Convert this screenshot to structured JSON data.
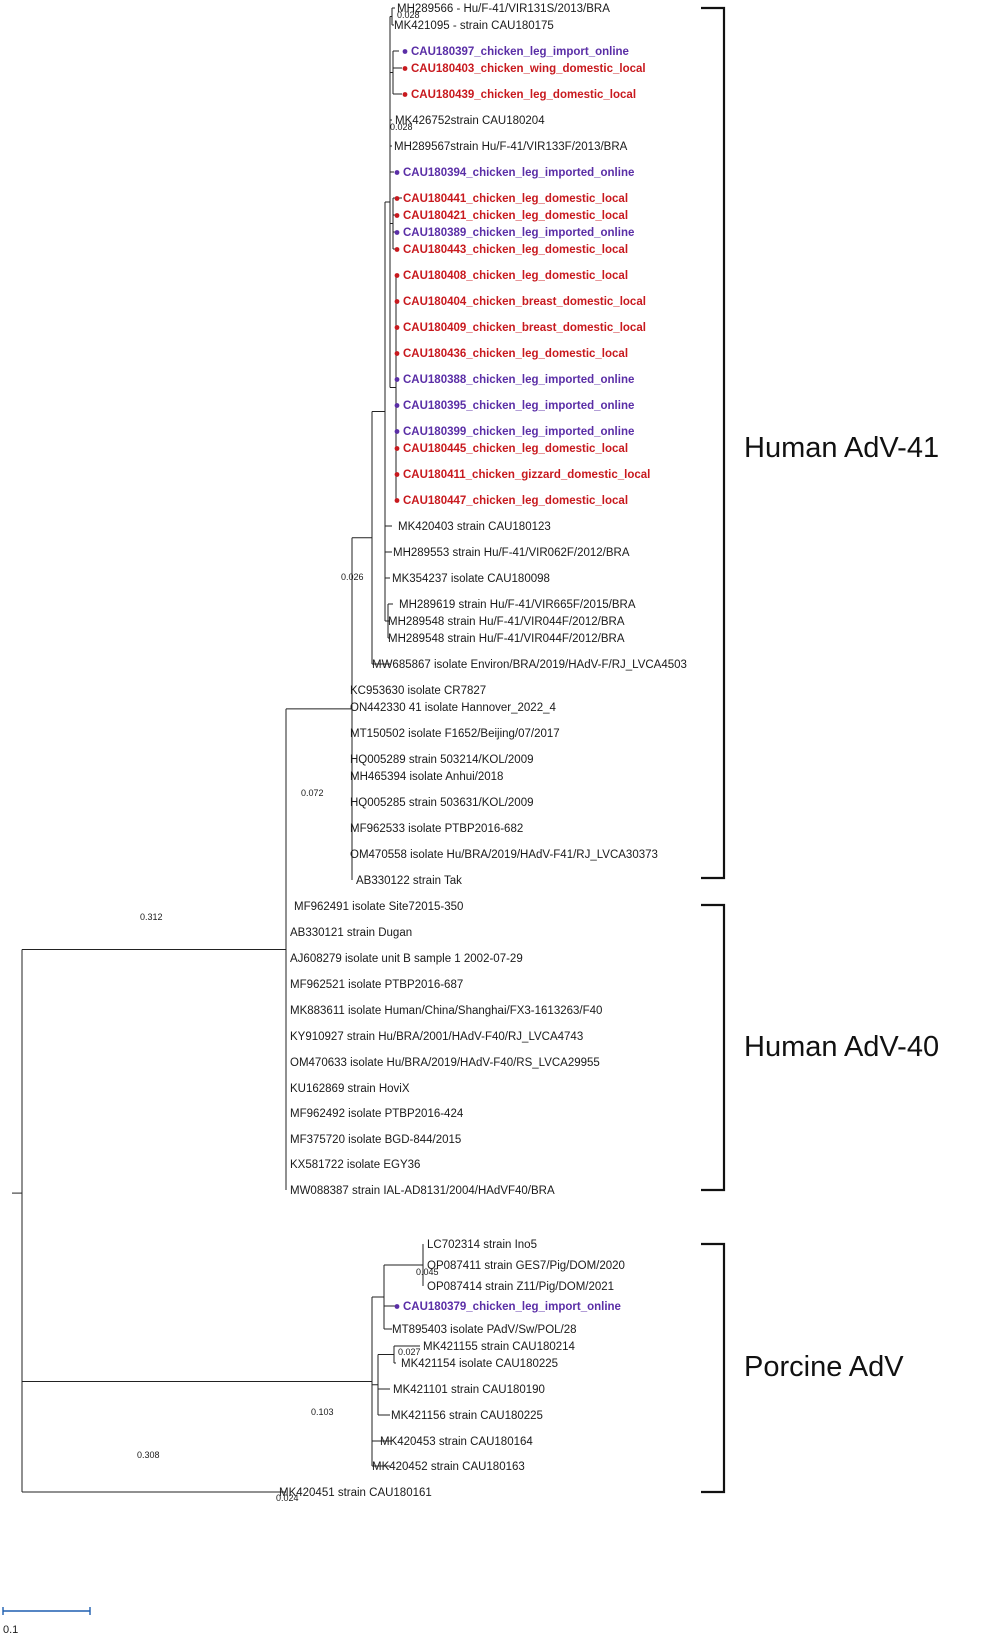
{
  "leaves": [
    {
      "text": "MH289566 - Hu/F-41/VIR131S/2013/BRA",
      "color": ""
    },
    {
      "text": "MK421095 - strain CAU180175",
      "color": ""
    },
    {
      "text": "CAU180397_chicken_leg_import_online",
      "color": "purple"
    },
    {
      "text": "CAU180403_chicken_wing_domestic_local",
      "color": "red"
    },
    {
      "text": "CAU180439_chicken_leg_domestic_local",
      "color": "red"
    },
    {
      "text": "MK426752strain CAU180204",
      "color": ""
    },
    {
      "text": "MH289567strain Hu/F-41/VIR133F/2013/BRA",
      "color": ""
    },
    {
      "text": "CAU180394_chicken_leg_imported_online",
      "color": "purple"
    },
    {
      "text": "CAU180441_chicken_leg_domestic_local",
      "color": "red"
    },
    {
      "text": "CAU180421_chicken_leg_domestic_local",
      "color": "red"
    },
    {
      "text": "CAU180389_chicken_leg_imported_online",
      "color": "purple"
    },
    {
      "text": "CAU180443_chicken_leg_domestic_local",
      "color": "red"
    },
    {
      "text": "CAU180408_chicken_leg_domestic_local",
      "color": "red"
    },
    {
      "text": "CAU180404_chicken_breast_domestic_local",
      "color": "red"
    },
    {
      "text": "CAU180409_chicken_breast_domestic_local",
      "color": "red"
    },
    {
      "text": "CAU180436_chicken_leg_domestic_local",
      "color": "red"
    },
    {
      "text": "CAU180388_chicken_leg_imported_online",
      "color": "purple"
    },
    {
      "text": "CAU180395_chicken_leg_imported_online",
      "color": "purple"
    },
    {
      "text": "CAU180399_chicken_leg_imported_online",
      "color": "purple"
    },
    {
      "text": "CAU180445_chicken_leg_domestic_local",
      "color": "red"
    },
    {
      "text": "CAU180411_chicken_gizzard_domestic_local",
      "color": "red"
    },
    {
      "text": "CAU180447_chicken_leg_domestic_local",
      "color": "red"
    },
    {
      "text": "MK420403 strain CAU180123",
      "color": ""
    },
    {
      "text": "MH289553 strain Hu/F-41/VIR062F/2012/BRA",
      "color": ""
    },
    {
      "text": "MK354237 isolate CAU180098",
      "color": ""
    },
    {
      "text": "MH289619 strain Hu/F-41/VIR665F/2015/BRA",
      "color": ""
    },
    {
      "text": "MH289548 strain Hu/F-41/VIR044F/2012/BRA",
      "color": ""
    },
    {
      "text": "MH289548 strain Hu/F-41/VIR044F/2012/BRA",
      "color": ""
    },
    {
      "text": "MW685867 isolate Environ/BRA/2019/HAdV-F/RJ_LVCA4503",
      "color": ""
    },
    {
      "text": "KC953630 isolate CR7827",
      "color": ""
    },
    {
      "text": "ON442330 41 isolate Hannover_2022_4",
      "color": ""
    },
    {
      "text": "MT150502 isolate F1652/Beijing/07/2017",
      "color": ""
    },
    {
      "text": "HQ005289 strain 503214/KOL/2009",
      "color": ""
    },
    {
      "text": "MH465394 isolate Anhui/2018",
      "color": ""
    },
    {
      "text": "HQ005285 strain 503631/KOL/2009",
      "color": ""
    },
    {
      "text": "MF962533 isolate PTBP2016-682",
      "color": ""
    },
    {
      "text": "OM470558 isolate Hu/BRA/2019/HAdV-F41/RJ_LVCA30373",
      "color": ""
    },
    {
      "text": "AB330122 strain Tak",
      "color": ""
    },
    {
      "text": "MF962491 isolate Site72015-350",
      "color": ""
    },
    {
      "text": "AB330121 strain Dugan",
      "color": ""
    },
    {
      "text": "AJ608279 isolate unit B sample 1 2002-07-29",
      "color": ""
    },
    {
      "text": "MF962521 isolate PTBP2016-687",
      "color": ""
    },
    {
      "text": "MK883611 isolate Human/China/Shanghai/FX3-1613263/F40",
      "color": ""
    },
    {
      "text": "KY910927 strain Hu/BRA/2001/HAdV-F40/RJ_LVCA4743",
      "color": ""
    },
    {
      "text": "OM470633 isolate Hu/BRA/2019/HAdV-F40/RS_LVCA29955",
      "color": ""
    },
    {
      "text": "KU162869 strain HoviX",
      "color": ""
    },
    {
      "text": "MF962492 isolate PTBP2016-424",
      "color": ""
    },
    {
      "text": "MF375720 isolate BGD-844/2015",
      "color": ""
    },
    {
      "text": "KX581722 isolate EGY36",
      "color": ""
    },
    {
      "text": "MW088387 strain IAL-AD8131/2004/HAdVF40/BRA",
      "color": ""
    },
    {
      "text": "LC702314 strain Ino5",
      "color": ""
    },
    {
      "text": "OP087411 strain GES7/Pig/DOM/2020",
      "color": ""
    },
    {
      "text": "OP087414 strain Z11/Pig/DOM/2021",
      "color": ""
    },
    {
      "text": "CAU180379_chicken_leg_import_online",
      "color": "purple"
    },
    {
      "text": "MT895403 isolate PAdV/Sw/POL/28",
      "color": ""
    },
    {
      "text": "MK421155 strain CAU180214",
      "color": ""
    },
    {
      "text": "MK421154 isolate CAU180225",
      "color": ""
    },
    {
      "text": "MK421101 strain CAU180190",
      "color": ""
    },
    {
      "text": "MK421156 strain CAU180225",
      "color": ""
    },
    {
      "text": "MK420453 strain CAU180164",
      "color": ""
    },
    {
      "text": "MK420452 strain CAU180163",
      "color": ""
    },
    {
      "text": "MK420451 strain CAU180161",
      "color": ""
    }
  ],
  "supports": [
    "0.028",
    "0.028",
    "0.026",
    "0.072",
    "0.312",
    "0.045",
    "0.027",
    "0.103",
    "0.308",
    "0.024"
  ],
  "clades": [
    "Human AdV-41",
    "Human AdV-40",
    "Porcine AdV"
  ],
  "scale_label": "0.1",
  "colors": {
    "red": "#c8191e",
    "purple": "#5a2ea6",
    "branch": "#222222",
    "scale": "#1f5fb0"
  }
}
